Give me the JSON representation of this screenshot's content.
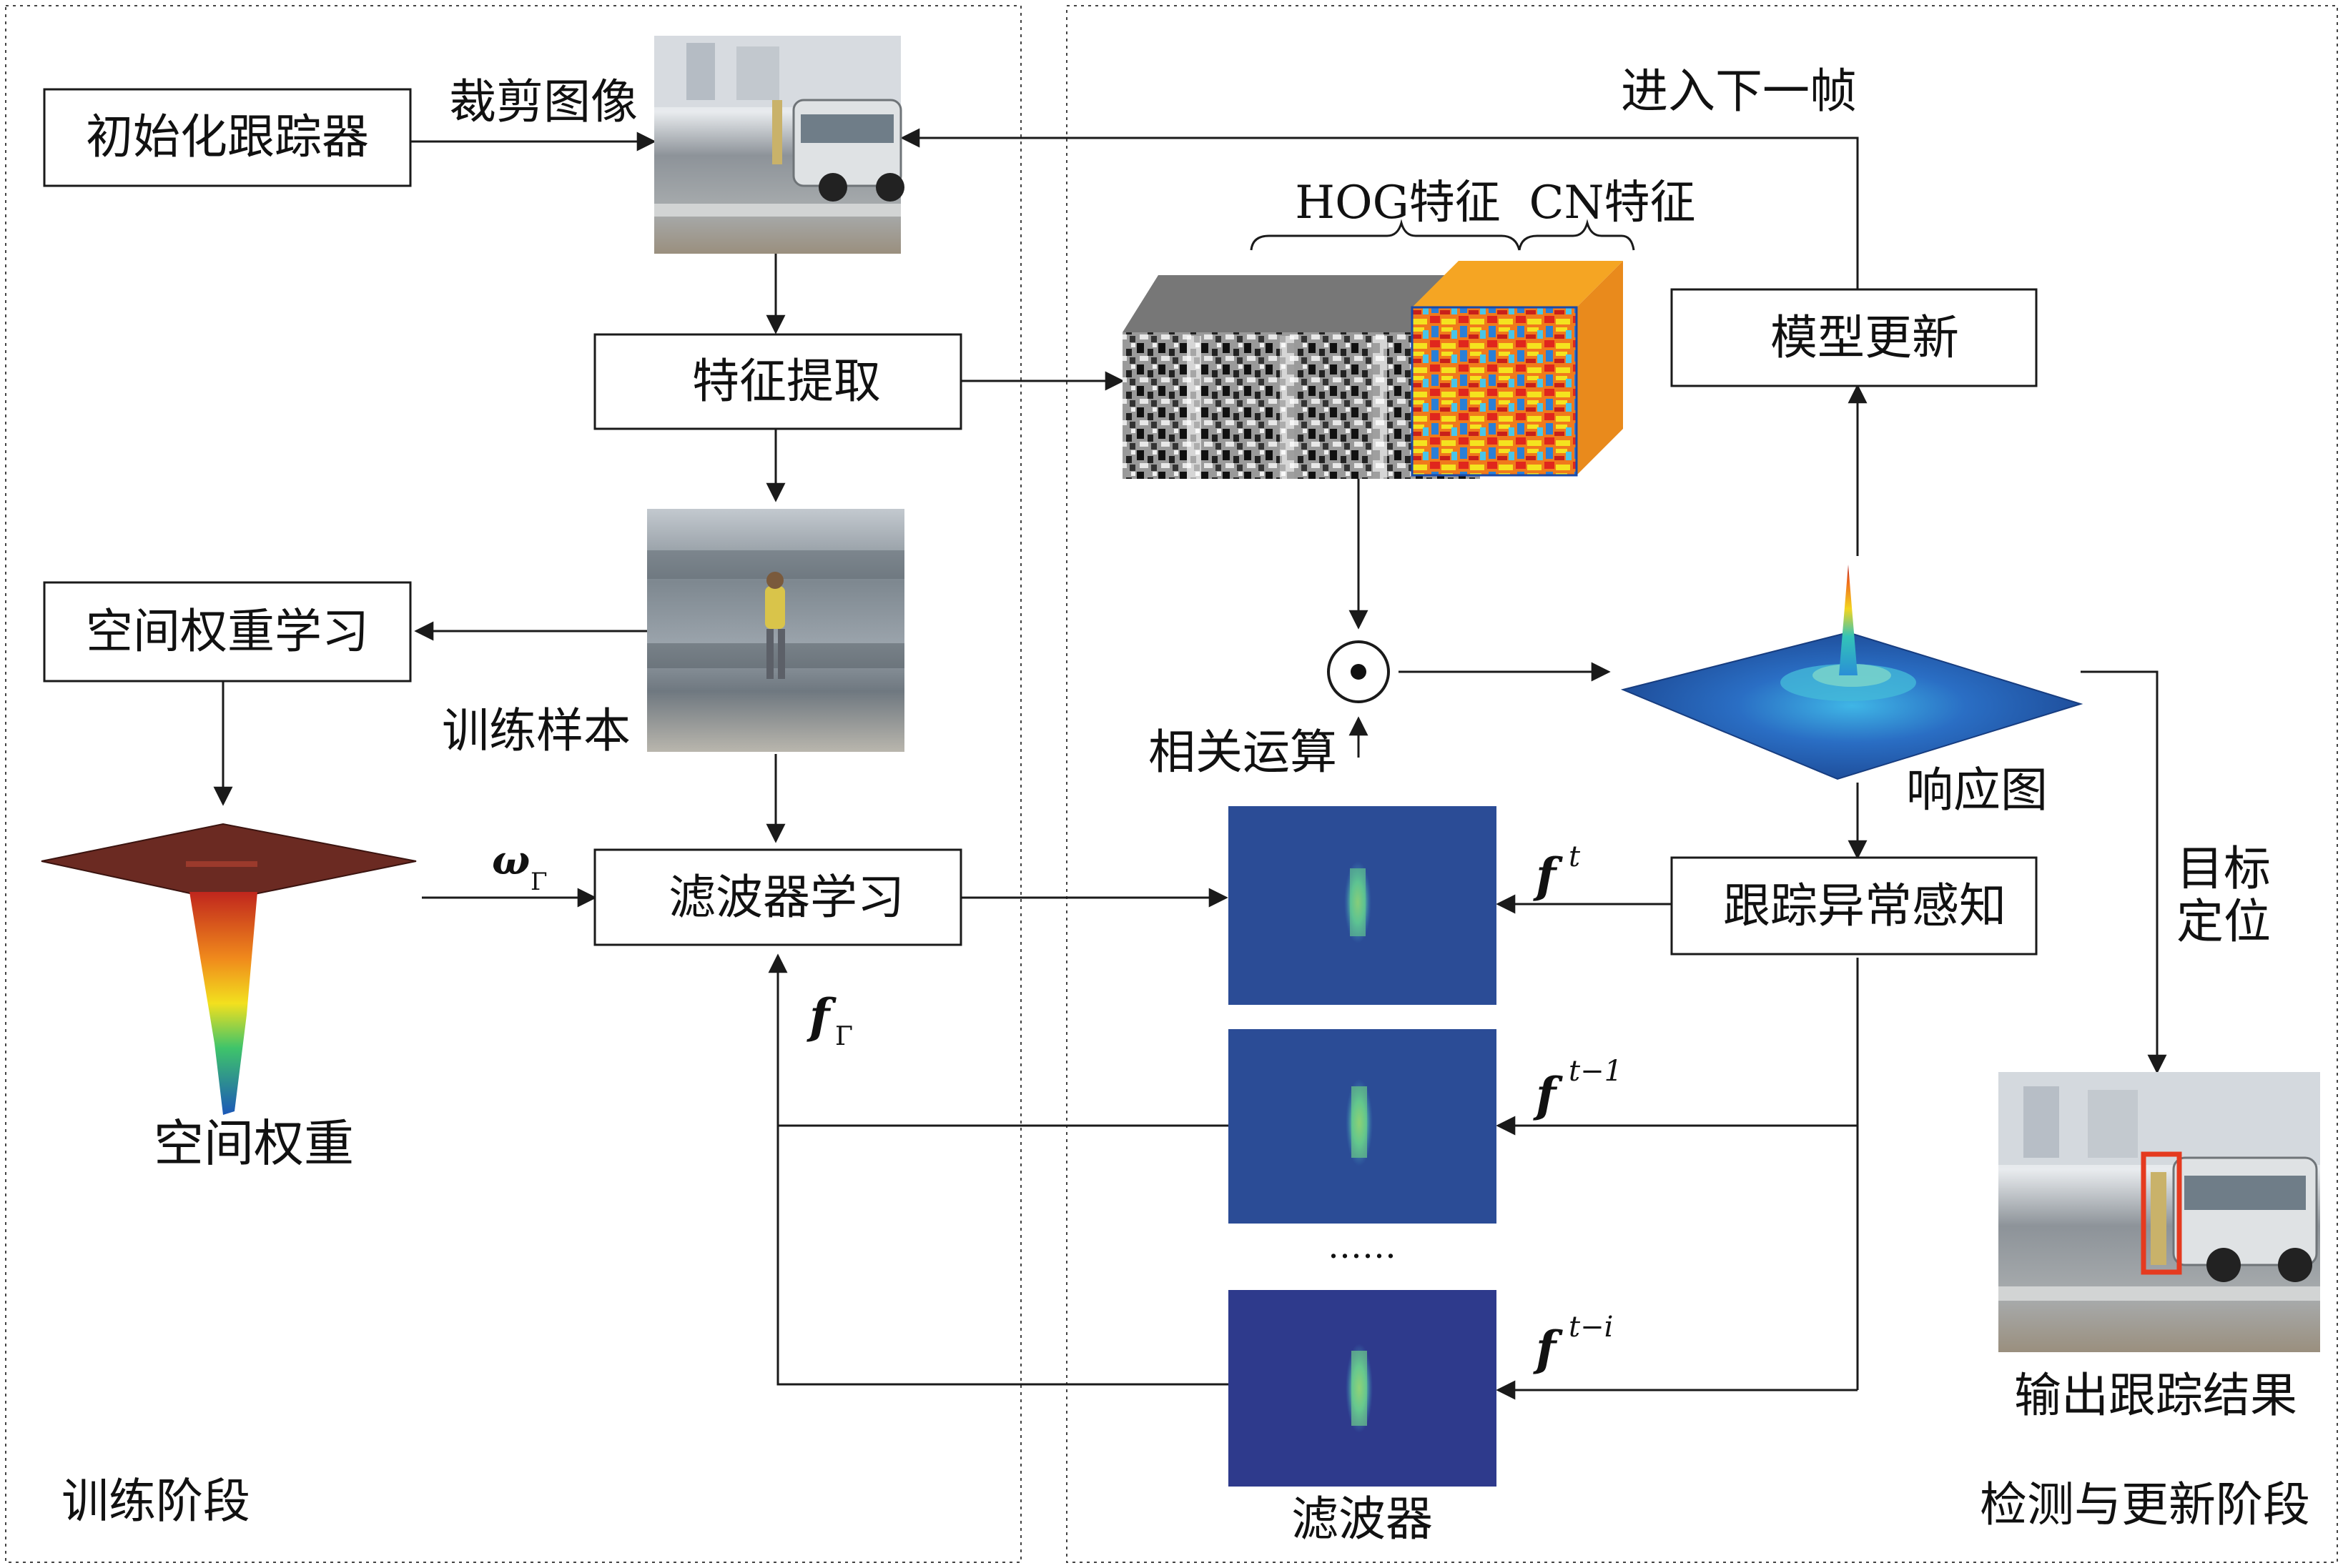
{
  "stages": {
    "training": "训练阶段",
    "detection": "检测与更新阶段"
  },
  "training": {
    "init_tracker": "初始化跟踪器",
    "crop_image": "裁剪图像",
    "feature_extraction": "特征提取",
    "training_sample": "训练样本",
    "spatial_weight_learning": "空间权重学习",
    "spatial_weight": "空间权重",
    "filter_learning": "滤波器学习",
    "omega_symbol": "ω",
    "omega_subscript": "Γ",
    "f_symbol": "f",
    "f_subscript": "Γ"
  },
  "detection": {
    "next_frame": "进入下一帧",
    "hog_feature": "HOG特征",
    "cn_feature": "CN特征",
    "model_update": "模型更新",
    "correlation_op": "相关运算",
    "response_map": "响应图",
    "anomaly_perception": "跟踪异常感知",
    "target_localization_1": "目标",
    "target_localization_2": "定位",
    "output_result": "输出跟踪结果",
    "filter_label": "滤波器",
    "ellipsis": "……",
    "filters": [
      {
        "symbol": "f",
        "superscript": "t"
      },
      {
        "symbol": "f",
        "superscript": "t−1"
      },
      {
        "symbol": "f",
        "superscript": "t−i"
      }
    ]
  },
  "colors": {
    "line": "#1a1a1a",
    "filter_bg": "#2b4c96",
    "filter_bg_dark": "#2e3a8c",
    "response_base": "#2457a8",
    "box_red": "#e53a1f",
    "plane_maroon": "#6b2a22"
  }
}
